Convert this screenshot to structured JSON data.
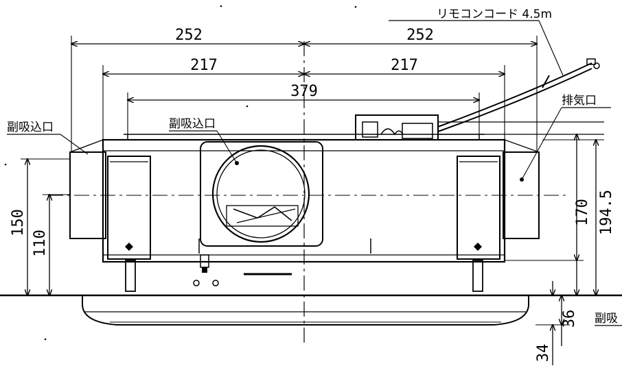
{
  "dimensions": {
    "top_left_252": "252",
    "top_right_252": "252",
    "mid_left_217": "217",
    "mid_right_217": "217",
    "center_379": "379",
    "left_150": "150",
    "left_110": "110",
    "right_170": "170",
    "right_194_5": "194.5",
    "bottom_36": "36",
    "bottom_34": "34"
  },
  "labels": {
    "remote_cord": "リモコンコード 4.5m",
    "aux_intake_left": "副吸込口",
    "aux_intake_center": "副吸込口",
    "exhaust_port": "排気口",
    "aux_intake_right": "副吸"
  }
}
